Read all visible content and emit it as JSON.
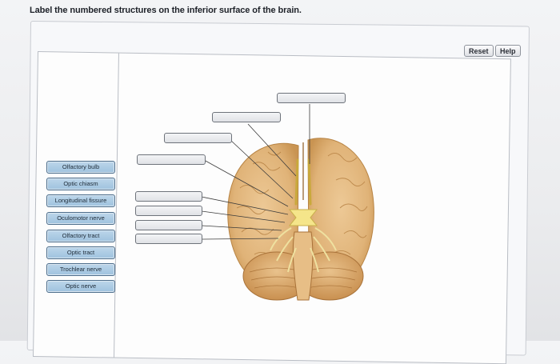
{
  "instruction": "Label the numbered structures on the inferior surface of the brain.",
  "toolbar": {
    "reset_label": "Reset",
    "help_label": "Help"
  },
  "labels": [
    "Olfactory bulb",
    "Optic chiasm",
    "Longitudinal fissure",
    "Oculomotor nerve",
    "Olfactory tract",
    "Optic tract",
    "Trochlear nerve",
    "Optic nerve"
  ],
  "colors": {
    "chip_fill": "#a9cae3",
    "chip_border": "#4d6e8c",
    "brain_fill": "#e3b980",
    "nerve_highlight": "#f5e58a"
  }
}
